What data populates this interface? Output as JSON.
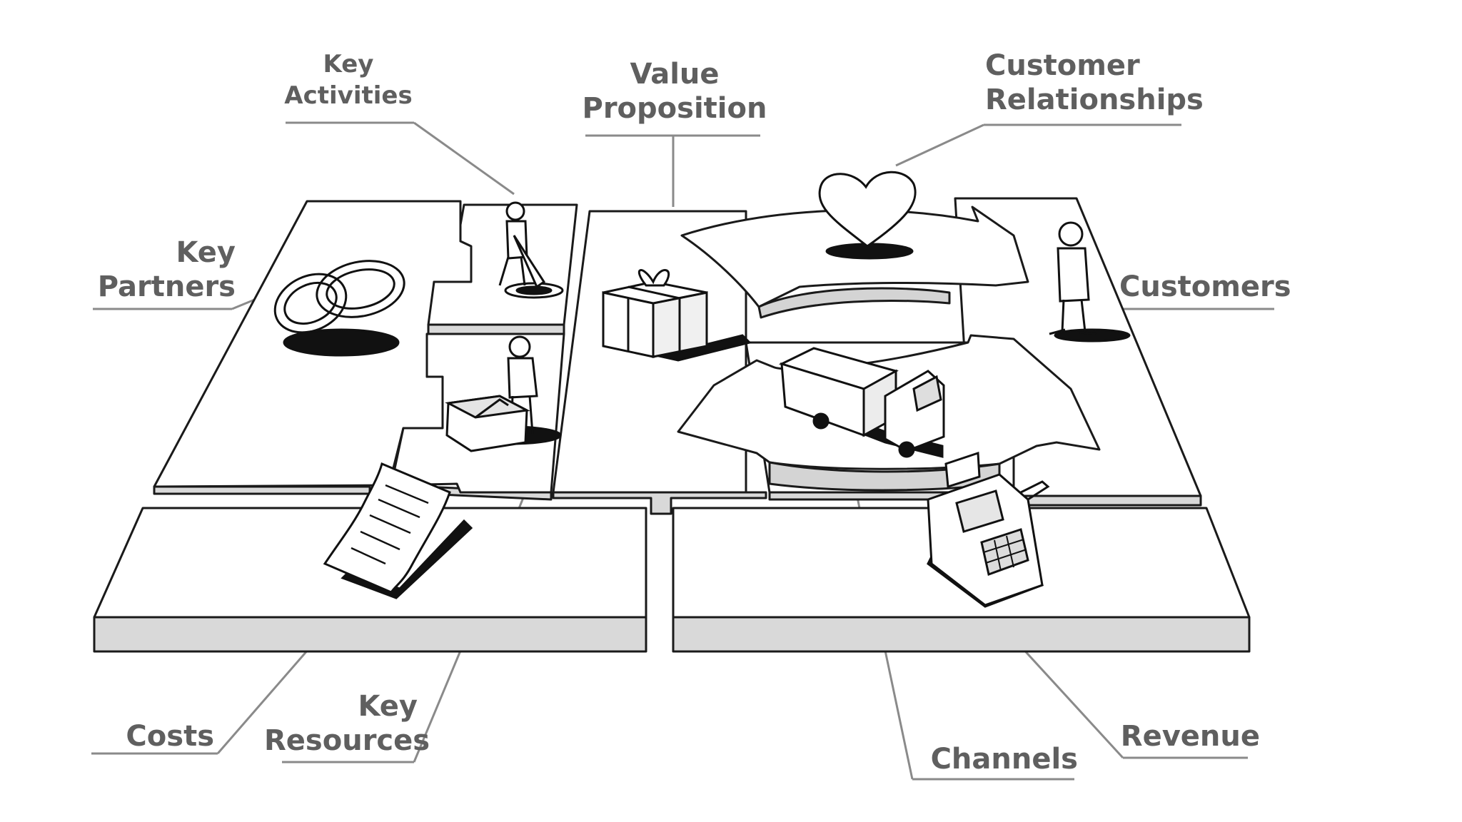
{
  "diagram": {
    "labels": {
      "key_activities": [
        "Key",
        "Activities"
      ],
      "value_proposition": [
        "Value",
        "Proposition"
      ],
      "customer_relationships": [
        "Customer",
        "Relationships"
      ],
      "key_partners": [
        "Key",
        "Partners"
      ],
      "customers": "Customers",
      "costs": "Costs",
      "key_resources": [
        "Key",
        "Resources"
      ],
      "channels": "Channels",
      "revenue": "Revenue"
    },
    "illustrations": {
      "key_partners": "interlocked-rings-icon",
      "key_activities": "worker-with-shovel-icon",
      "key_resources": "person-with-machine-icon",
      "value_proposition": "gift-box-icon",
      "customer_relationships": "heart-icon",
      "channels": "delivery-truck-icon",
      "customers": "standing-person-icon",
      "costs": "invoice-paper-icon",
      "revenue": "cash-register-icon"
    }
  }
}
